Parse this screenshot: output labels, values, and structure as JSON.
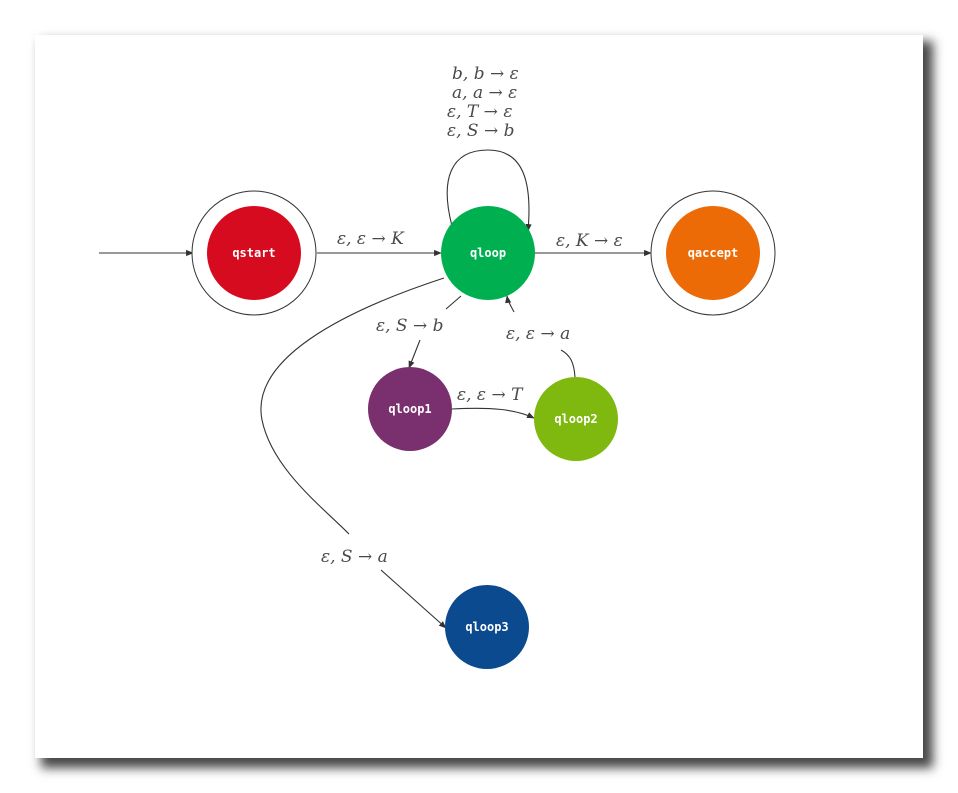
{
  "diagram": {
    "states": {
      "qstart": {
        "label": "qstart",
        "color": "#D60B1F",
        "accepting": true
      },
      "qloop": {
        "label": "qloop",
        "color": "#00B050",
        "accepting": false
      },
      "qaccept": {
        "label": "qaccept",
        "color": "#ED6B06",
        "accepting": true
      },
      "qloop1": {
        "label": "qloop1",
        "color": "#7A306E",
        "accepting": false
      },
      "qloop2": {
        "label": "qloop2",
        "color": "#7FB80E",
        "accepting": false
      },
      "qloop3": {
        "label": "qloop3",
        "color": "#0B4A8F",
        "accepting": false
      }
    },
    "transitions": {
      "self_loop_lines": [
        "b, b → ε",
        "a, a → ε",
        "ε, T → ε",
        "ε, S → b"
      ],
      "start_to_loop": "ε, ε → K",
      "loop_to_accept": "ε, K → ε",
      "loop_to_loop1": "ε, S → b",
      "loop1_to_loop2": "ε, ε → T",
      "loop2_to_loop": "ε, ε → a",
      "loop_to_loop3": "ε, S → a"
    }
  }
}
